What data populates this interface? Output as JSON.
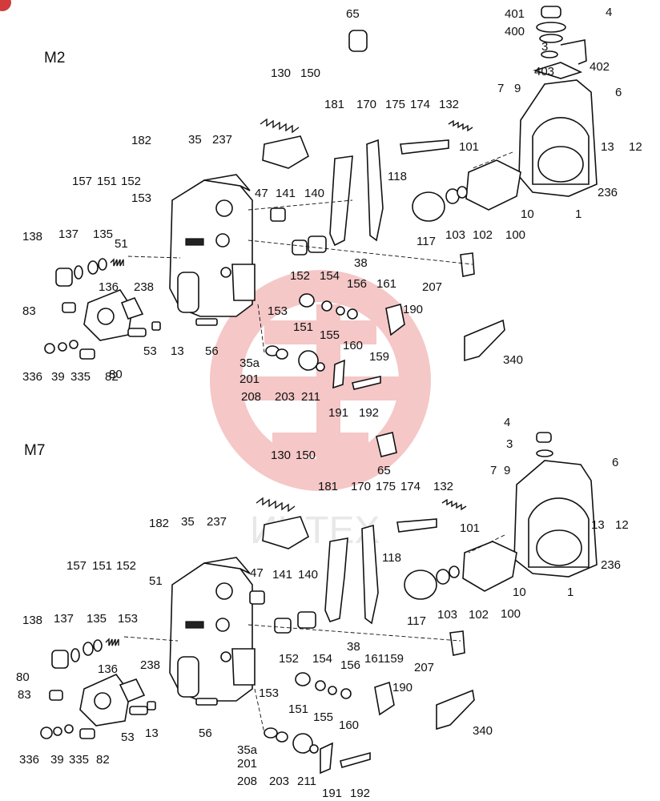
{
  "diagram": {
    "variants": [
      {
        "name": "M2",
        "labels": [
          "65",
          "401",
          "4",
          "400",
          "3",
          "402",
          "403",
          "6",
          "7",
          "9",
          "130",
          "150",
          "181",
          "170",
          "175",
          "174",
          "132",
          "13",
          "12",
          "101",
          "182",
          "35",
          "237",
          "236",
          "10",
          "1",
          "157",
          "151",
          "152",
          "153",
          "47",
          "141",
          "140",
          "118",
          "117",
          "103",
          "102",
          "100",
          "138",
          "137",
          "135",
          "51",
          "38",
          "207",
          "136",
          "238",
          "152",
          "154",
          "156",
          "161",
          "83",
          "153",
          "151",
          "155",
          "160",
          "190",
          "80",
          "53",
          "13",
          "56",
          "159",
          "35a",
          "340",
          "336",
          "39",
          "335",
          "82",
          "201",
          "208",
          "203",
          "211",
          "191",
          "192"
        ]
      },
      {
        "name": "M7",
        "labels": [
          "4",
          "3",
          "65",
          "130",
          "150",
          "181",
          "170",
          "175",
          "174",
          "132",
          "7",
          "9",
          "6",
          "13",
          "12",
          "101",
          "182",
          "35",
          "237",
          "236",
          "157",
          "151",
          "152",
          "10",
          "1",
          "51",
          "47",
          "141",
          "140",
          "118",
          "117",
          "103",
          "102",
          "100",
          "138",
          "137",
          "135",
          "153",
          "38",
          "207",
          "136",
          "238",
          "80",
          "152",
          "154",
          "156",
          "161",
          "159",
          "83",
          "153",
          "151",
          "155",
          "160",
          "190",
          "53",
          "13",
          "56",
          "340",
          "336",
          "39",
          "335",
          "82",
          "35a",
          "201",
          "208",
          "203",
          "211",
          "191",
          "192"
        ]
      }
    ],
    "watermark_text": "ИНТЕХ",
    "colors": {
      "line": "#111111",
      "watermark": "#f2b5b5",
      "badge": "#d23b3b"
    }
  }
}
